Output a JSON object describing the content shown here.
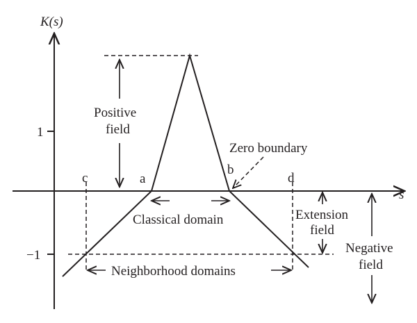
{
  "axes": {
    "y_label": "K(s)",
    "x_label": "s",
    "y_tick_pos": "1",
    "y_tick_neg": "−1"
  },
  "points": {
    "a": "a",
    "b": "b",
    "c": "c",
    "d": "d"
  },
  "annotations": {
    "positive_field_line1": "Positive",
    "positive_field_line2": "field",
    "zero_boundary": "Zero boundary",
    "classical_domain": "Classical domain",
    "extension_field_line1": "Extension",
    "extension_field_line2": "field",
    "negative_field_line1": "Negative",
    "negative_field_line2": "field",
    "neighborhood_domains": "Neighborhood domains"
  }
}
